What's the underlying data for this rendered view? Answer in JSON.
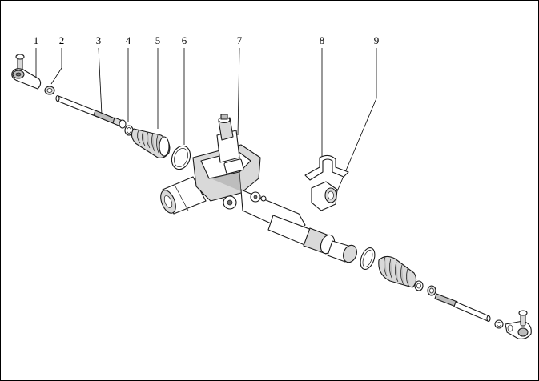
{
  "callouts": [
    {
      "id": "1",
      "label": "1"
    },
    {
      "id": "2",
      "label": "2"
    },
    {
      "id": "3",
      "label": "3"
    },
    {
      "id": "4",
      "label": "4"
    },
    {
      "id": "5",
      "label": "5"
    },
    {
      "id": "6",
      "label": "6"
    },
    {
      "id": "7",
      "label": "7"
    },
    {
      "id": "8",
      "label": "8"
    },
    {
      "id": "9",
      "label": "9"
    }
  ],
  "colors": {
    "line": "#1a1a1a",
    "background": "#ffffff",
    "shade": "#bdbdbd"
  }
}
